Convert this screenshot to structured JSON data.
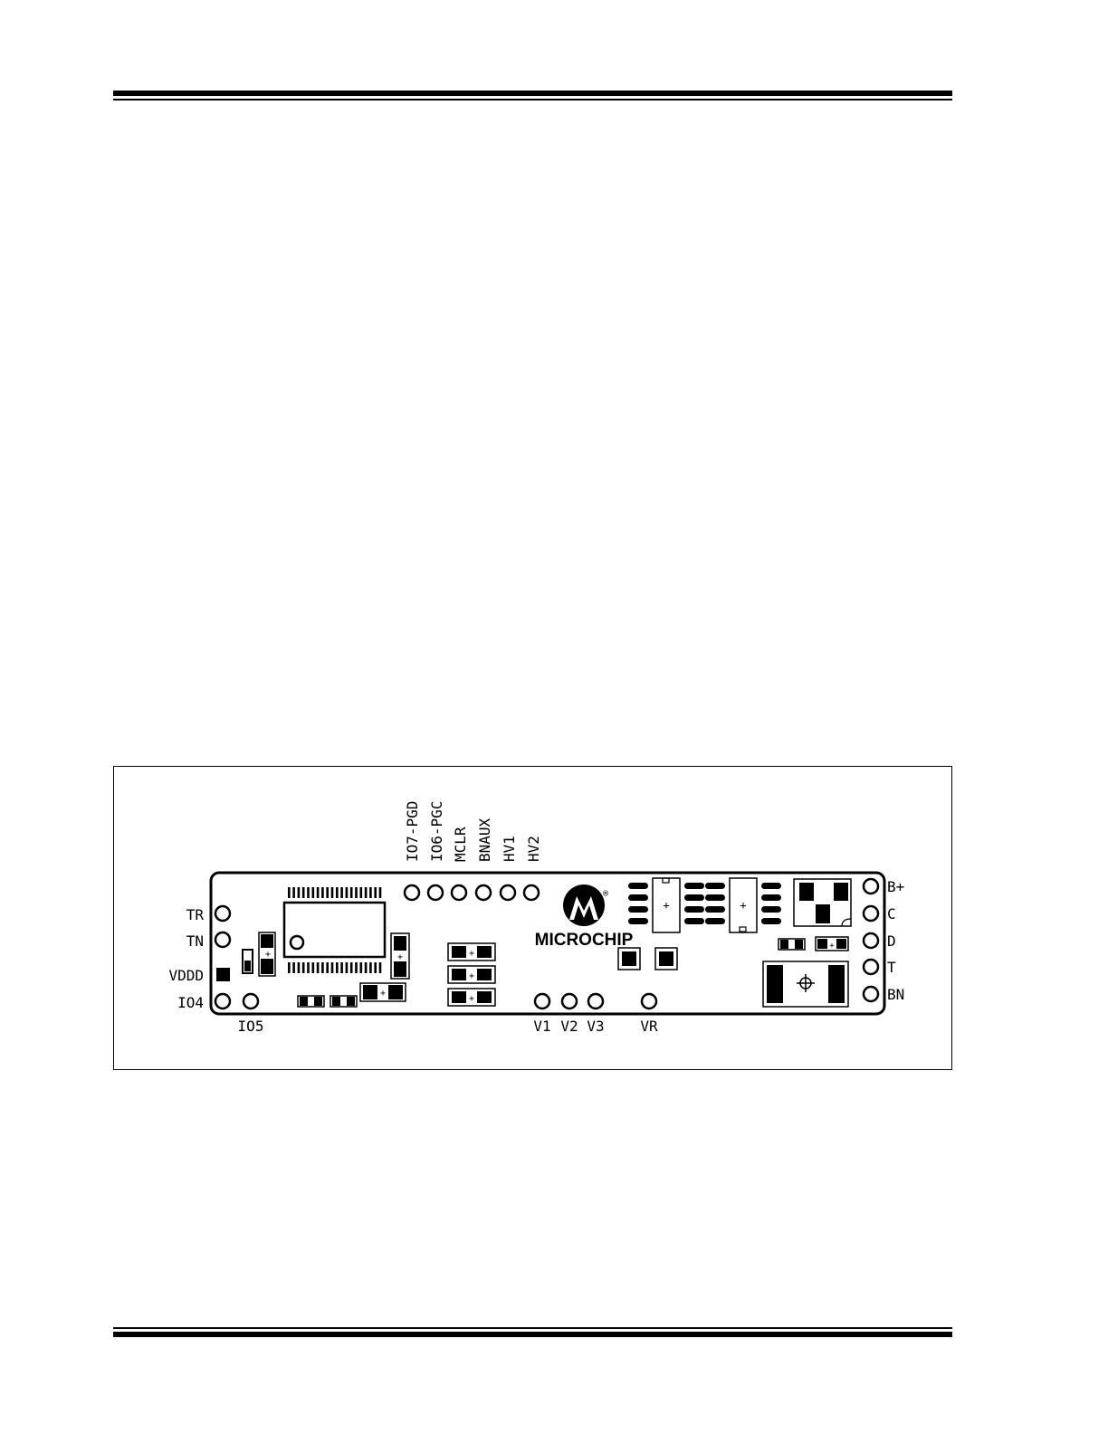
{
  "board": {
    "top_pins": [
      "IO7-PGD",
      "IO6-PGC",
      "MCLR",
      "BNAUX",
      "HV1",
      "HV2"
    ],
    "left_pins": [
      "TR",
      "TN",
      "VDDD",
      "IO4"
    ],
    "bottom_pins": [
      "IO5",
      "V1",
      "V2",
      "V3",
      "VR"
    ],
    "right_pins": [
      "B+",
      "C",
      "D",
      "T",
      "BN"
    ],
    "logo_text": "MICROCHIP",
    "logo_mark": "®"
  },
  "colors": {
    "ink": "#000000",
    "paper": "#ffffff"
  }
}
